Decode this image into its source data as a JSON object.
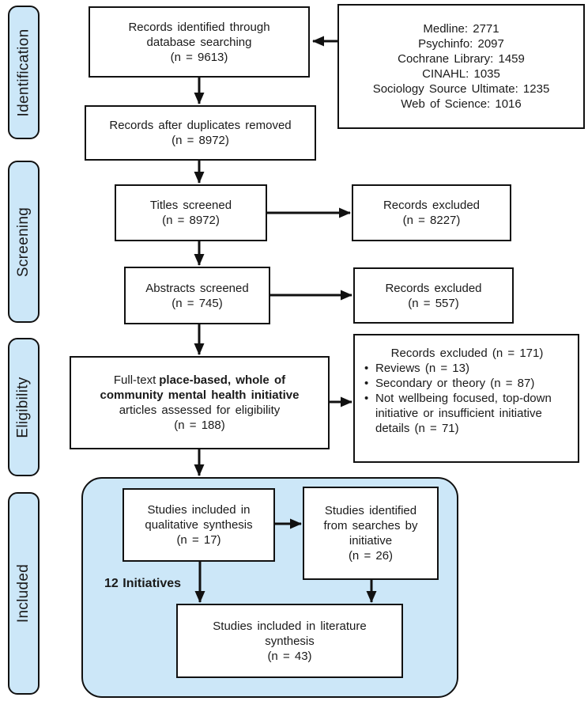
{
  "title": "PRISMA flow diagram",
  "stages": [
    {
      "label": "Identification"
    },
    {
      "label": "Screening"
    },
    {
      "label": "Eligibility"
    },
    {
      "label": "Included"
    }
  ],
  "boxes": {
    "identified": {
      "lines": [
        "Records identified through",
        "database searching",
        "(n = 9613)"
      ]
    },
    "databases": {
      "lines": [
        "Medline: 2771",
        "Psychinfo: 2097",
        "Cochrane Library: 1459",
        "CINAHL: 1035",
        "Sociology Source Ultimate: 1235",
        "Web of Science: 1016"
      ]
    },
    "duplicates_removed": {
      "lines": [
        "Records after duplicates removed",
        "(n = 8972)"
      ]
    },
    "titles_screened": {
      "lines": [
        "Titles screened",
        "(n = 8972)"
      ]
    },
    "titles_excluded": {
      "lines": [
        "Records excluded",
        "(n = 8227)"
      ]
    },
    "abstracts_screened": {
      "lines": [
        "Abstracts screened",
        "(n = 745)"
      ]
    },
    "abstracts_excluded": {
      "lines": [
        "Records excluded",
        "(n = 557)"
      ]
    },
    "fulltext": {
      "pre": "Full-text",
      "bold1": "place-based, whole of",
      "bold2": "community mental health initiative",
      "line3": "articles assessed for eligibility",
      "n": "(n = 188)"
    },
    "fulltext_excluded": {
      "title": "Records excluded (n = 171)",
      "bullets": [
        "Reviews (n = 13)",
        "Secondary or theory (n = 87)",
        "Not wellbeing focused, top-down initiative or insufficient initiative details (n = 71)"
      ]
    },
    "qualitative_synthesis": {
      "lines": [
        "Studies included in",
        "qualitative synthesis",
        "(n = 17)"
      ]
    },
    "initiative_searches": {
      "lines": [
        "Studies identified",
        "from searches by",
        "initiative",
        "(n = 26)"
      ]
    },
    "literature_synthesis": {
      "lines": [
        "Studies included in literature",
        "synthesis",
        "(n = 43)"
      ]
    },
    "initiatives_note": "12 Initiatives"
  },
  "colors": {
    "stage_fill": "#cce7f8",
    "included_pool_fill": "#cce7f8",
    "box_fill": "#ffffff",
    "border": "#111111",
    "arrow": "#111111",
    "text": "#1a1a1a"
  }
}
